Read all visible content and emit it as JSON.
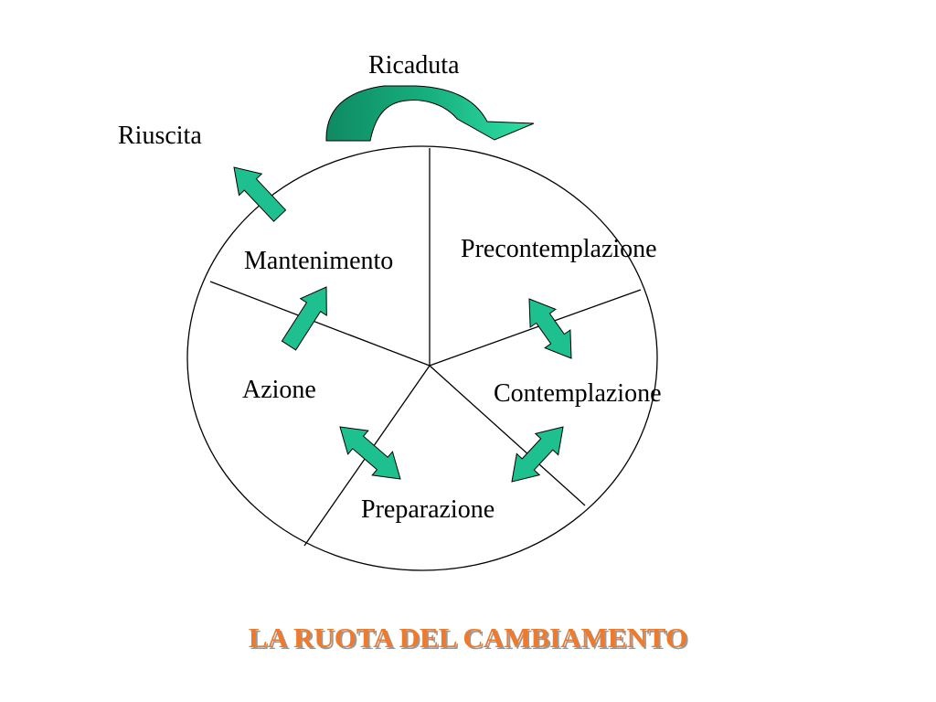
{
  "labels": {
    "ricaduta": "Ricaduta",
    "riuscita": "Riuscita",
    "precontemplazione": "Precontemplazione",
    "mantenimento": "Mantenimento",
    "contemplazione": "Contemplazione",
    "azione": "Azione",
    "preparazione": "Preparazione"
  },
  "title": "LA RUOTA DEL CAMBIAMENTO",
  "colors": {
    "arrow_fill": "#1fc08f",
    "arrow_dark": "#139a71",
    "arrow_light": "#2bd89f",
    "line": "#000000",
    "title": "#f07a2b"
  }
}
